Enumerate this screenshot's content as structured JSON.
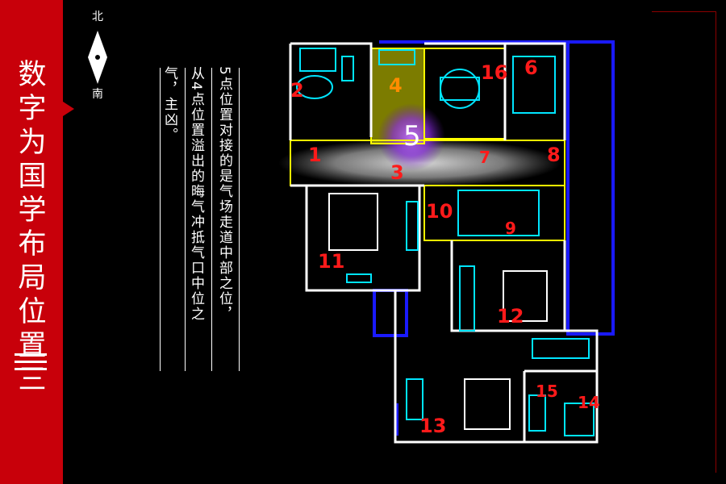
{
  "sidebar": {
    "title": "数字为国学布局位置三"
  },
  "compass": {
    "north": "北",
    "south": "南"
  },
  "description": {
    "col1": "5点位置对接的是气场走道中部之位，",
    "col2": "从4点位置溢出的晦气冲抵气口中位之",
    "col3": "气，主凶。"
  },
  "floorplan": {
    "markers": [
      "1",
      "2",
      "3",
      "4",
      "5",
      "6",
      "7",
      "8",
      "9",
      "10",
      "11",
      "12",
      "13",
      "14",
      "15",
      "16"
    ],
    "colors": {
      "wall": "#ffffff",
      "fixture": "#00e5ff",
      "zone": "#ffff00",
      "marker": "#ff1a1a",
      "exterior": "#1a1aff",
      "glow": "#9b30d9"
    }
  }
}
